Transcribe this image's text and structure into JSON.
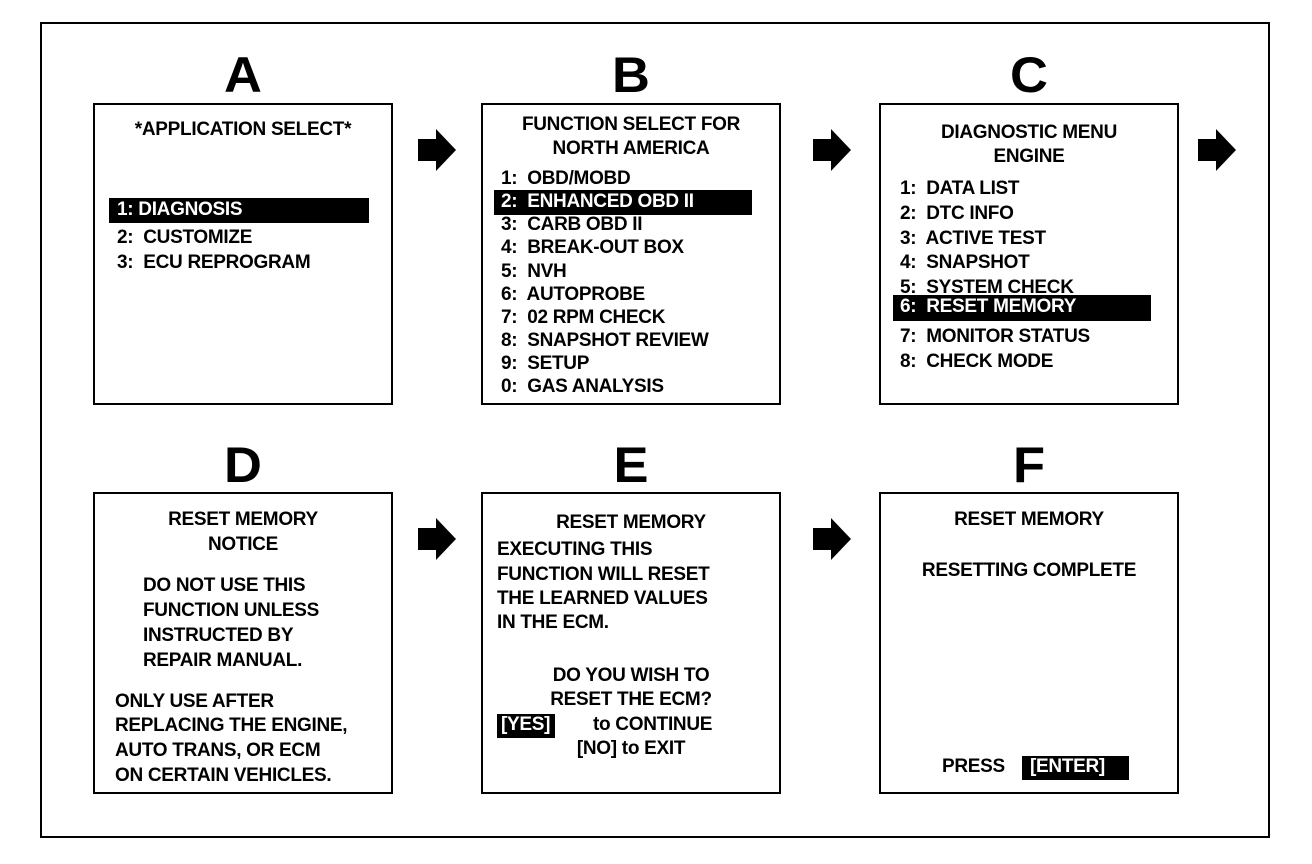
{
  "panels": {
    "a": {
      "letter": "A",
      "title": "*APPLICATION SELECT*",
      "items": [
        "1: DIAGNOSIS",
        "2:  CUSTOMIZE",
        "3:  ECU REPROGRAM"
      ],
      "selected": 0
    },
    "b": {
      "letter": "B",
      "title": [
        "FUNCTION SELECT FOR",
        "NORTH AMERICA"
      ],
      "items": [
        "1:  OBD/MOBD",
        "2:  ENHANCED OBD II",
        "3:  CARB OBD II",
        "4:  BREAK-OUT BOX",
        "5:  NVH",
        "6:  AUTOPROBE",
        "7:  02 RPM CHECK",
        "8:  SNAPSHOT REVIEW",
        "9:  SETUP",
        "0:  GAS ANALYSIS"
      ],
      "selected": 1
    },
    "c": {
      "letter": "C",
      "title": [
        "DIAGNOSTIC MENU",
        "ENGINE"
      ],
      "items": [
        "1:  DATA LIST",
        "2:  DTC INFO",
        "3:  ACTIVE TEST",
        "4:  SNAPSHOT",
        "5:  SYSTEM CHECK",
        "6:  RESET MEMORY",
        "7:  MONITOR STATUS",
        "8:  CHECK MODE"
      ],
      "selected": 5
    },
    "d": {
      "letter": "D",
      "title": [
        "RESET MEMORY",
        "NOTICE"
      ],
      "notice": [
        "DO NOT USE THIS",
        "FUNCTION UNLESS",
        "INSTRUCTED BY",
        "REPAIR MANUAL."
      ],
      "note": [
        "ONLY USE AFTER",
        "REPLACING THE ENGINE,",
        "AUTO TRANS, OR ECM",
        "ON CERTAIN VEHICLES."
      ]
    },
    "e": {
      "letter": "E",
      "title": "RESET MEMORY",
      "body": [
        "EXECUTING THIS",
        "FUNCTION WILL RESET",
        "THE LEARNED VALUES",
        "IN THE ECM."
      ],
      "question": [
        "DO YOU WISH TO",
        "RESET THE ECM?"
      ],
      "yes_key": "[YES]",
      "yes_text": "to CONTINUE",
      "no_line": "[NO] to EXIT"
    },
    "f": {
      "letter": "F",
      "title": "RESET MEMORY",
      "status": "RESETTING COMPLETE",
      "press": "PRESS",
      "enter_key": "[ENTER]"
    }
  },
  "icons": {
    "arrow": "right-arrow-icon"
  }
}
